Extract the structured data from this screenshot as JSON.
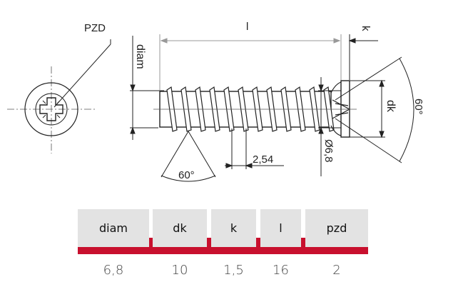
{
  "drawing": {
    "pzd_label": "PZD",
    "length_label": "l",
    "head_height_label": "k",
    "diameter_label": "diam",
    "head_diameter_label": "dk",
    "head_angle_label": "60°",
    "thread_angle_label": "60°",
    "pitch_label": "2,54",
    "outer_diameter_label": "Ø6,8"
  },
  "table": {
    "headers": [
      "diam",
      "dk",
      "k",
      "l",
      "pzd"
    ],
    "values": [
      "6,8",
      "10",
      "1,5",
      "16",
      "2"
    ],
    "accent_color": "#c8102e",
    "header_bg": "#e3e3e3"
  }
}
